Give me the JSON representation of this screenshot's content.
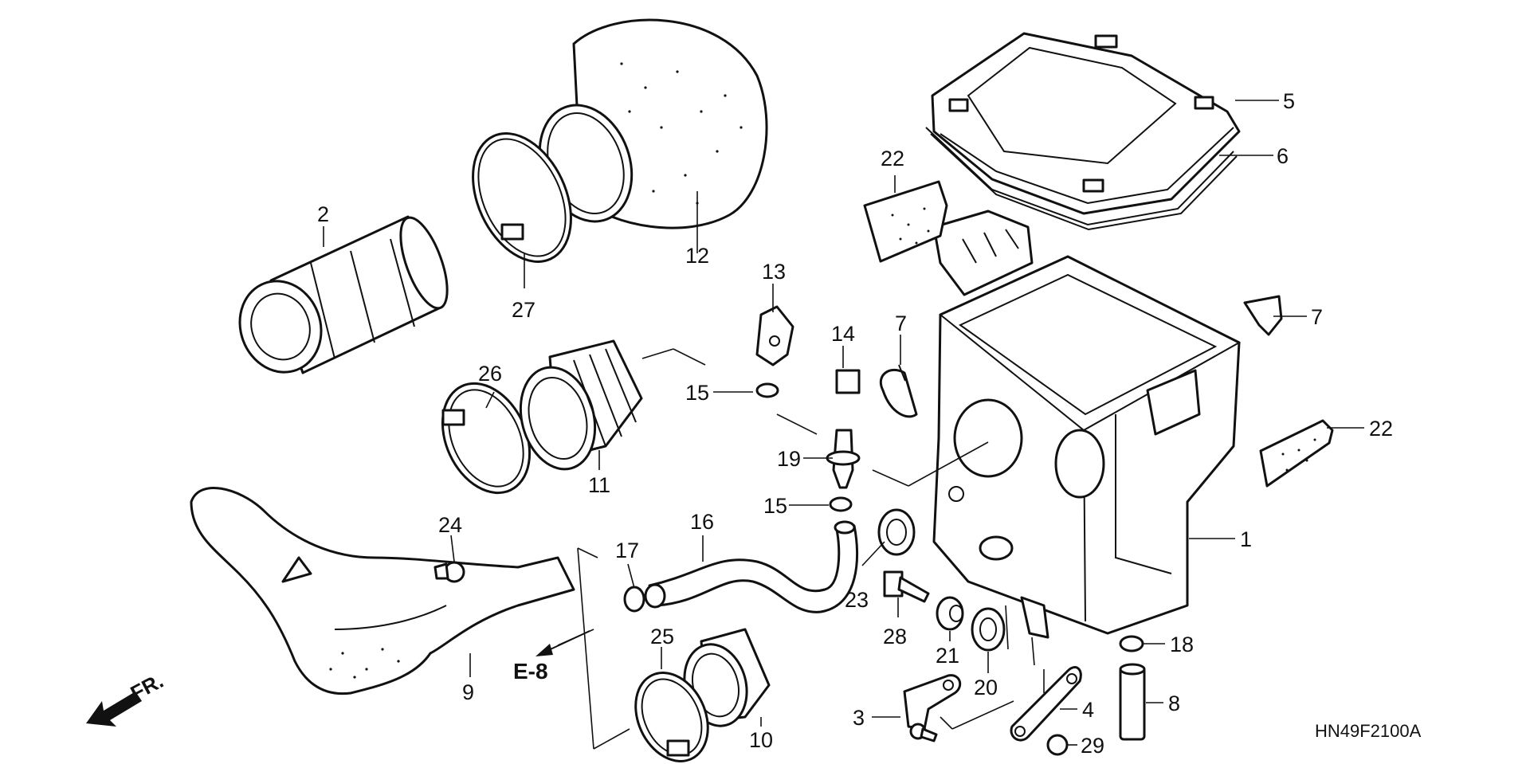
{
  "diagram_code": "HN49F2100A",
  "direction_label": "FR.",
  "reference_label": "E-8",
  "callouts": [
    {
      "id": "c1",
      "text": "1"
    },
    {
      "id": "c2",
      "text": "2"
    },
    {
      "id": "c3",
      "text": "3"
    },
    {
      "id": "c4",
      "text": "4"
    },
    {
      "id": "c5",
      "text": "5"
    },
    {
      "id": "c6",
      "text": "6"
    },
    {
      "id": "c7a",
      "text": "7"
    },
    {
      "id": "c7b",
      "text": "7"
    },
    {
      "id": "c8",
      "text": "8"
    },
    {
      "id": "c9",
      "text": "9"
    },
    {
      "id": "c10",
      "text": "10"
    },
    {
      "id": "c11",
      "text": "11"
    },
    {
      "id": "c12",
      "text": "12"
    },
    {
      "id": "c13",
      "text": "13"
    },
    {
      "id": "c14",
      "text": "14"
    },
    {
      "id": "c15a",
      "text": "15"
    },
    {
      "id": "c15b",
      "text": "15"
    },
    {
      "id": "c16",
      "text": "16"
    },
    {
      "id": "c17",
      "text": "17"
    },
    {
      "id": "c18",
      "text": "18"
    },
    {
      "id": "c19",
      "text": "19"
    },
    {
      "id": "c20",
      "text": "20"
    },
    {
      "id": "c21",
      "text": "21"
    },
    {
      "id": "c22a",
      "text": "22"
    },
    {
      "id": "c22b",
      "text": "22"
    },
    {
      "id": "c23",
      "text": "23"
    },
    {
      "id": "c24",
      "text": "24"
    },
    {
      "id": "c25",
      "text": "25"
    },
    {
      "id": "c26",
      "text": "26"
    },
    {
      "id": "c27",
      "text": "27"
    },
    {
      "id": "c28",
      "text": "28"
    },
    {
      "id": "c29",
      "text": "29"
    }
  ]
}
